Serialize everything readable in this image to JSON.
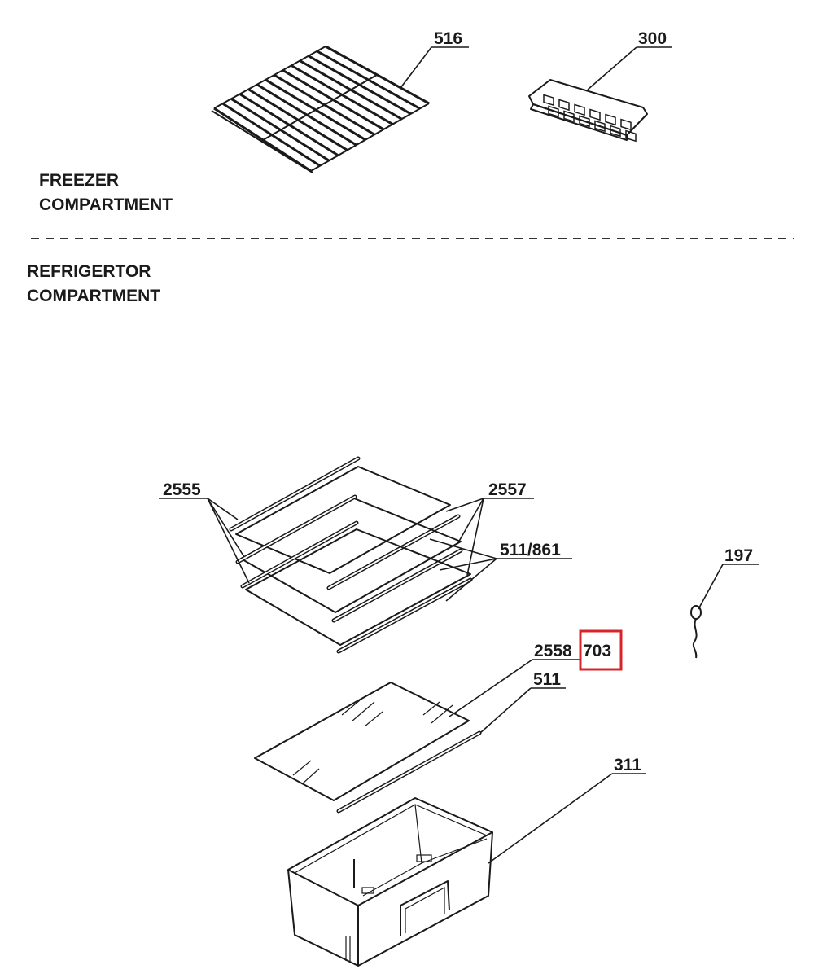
{
  "sections": {
    "freezer": [
      "FREEZER",
      "COMPARTMENT"
    ],
    "refrigerator": [
      "REFRIGERTOR",
      "COMPARTMENT"
    ]
  },
  "labels": {
    "l516": "516",
    "l300": "300",
    "l2555": "2555",
    "l2557": "2557",
    "l511_861": "511/861",
    "l197": "197",
    "l2558": "2558",
    "l703": "703",
    "l511": "511",
    "l311": "311"
  },
  "highlight": {
    "color": "#d9232a",
    "target": "703"
  }
}
